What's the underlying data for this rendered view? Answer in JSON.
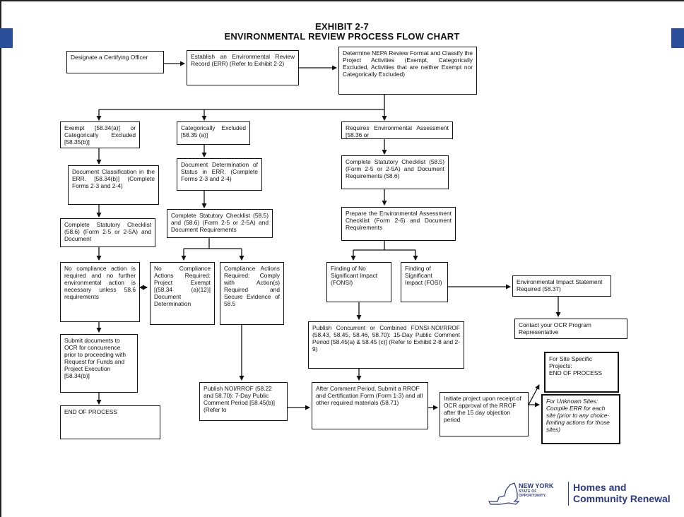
{
  "title": {
    "line1": "EXHIBIT 2-7",
    "line2": "ENVIRONMENTAL REVIEW PROCESS FLOW CHART"
  },
  "boxes": {
    "designate": "Designate a Certifying Officer",
    "establish_err": "Establish an Environmental Review Record (ERR) (Refer to Exhibit 2-2)",
    "determine_nepa": "Determine NEPA Review Format and Classify the Project Activities (Exempt, Categorically Excluded, Activities that are neither Exempt nor Categorically Excluded)",
    "exempt": "Exempt [58.34(a)] or Categorically Excluded [58.35(b)]",
    "cat_excluded": "Categorically Excluded [58.35 (a)]",
    "requires_ea": "Requires Environmental Assessment [58.36 or",
    "doc_classification": "Document Classification in the ERR. [58.34(b)] (Complete Forms 2-3 and 2-4)",
    "doc_determination": "Document Determination of Status in ERR. (Complete Forms 2-3 and 2-4)",
    "complete_stat_ea": "Complete Statutory Checklist (58.5) (Form 2-5 or 2-5A) and Document Requirements (58.6)",
    "complete_stat_exempt": "Complete Statutory Checklist (58.6) (Form 2-5 or 2-5A) and Document",
    "complete_stat_cat": "Complete Statutory Checklist (58.5) and (58.6) (Form 2-5 or 2-5A) and Document Requirements",
    "prepare_ea": "Prepare the Environmental Assessment Checklist (Form 2-6) and Document Requirements",
    "no_compliance_required": "No compliance action is required and no further environmental action is necessary unless 58.6 requirements",
    "no_compliance_actions": "No Compliance Actions Required: Project Exempt [(58.34 (a)(12)] Document Determination",
    "compliance_required": "Compliance Actions Required: Comply with Action(s) Required and Secure Evidence of 58.5",
    "fonsi": "Finding of No Significant Impact (FONSI)",
    "fosi": "Finding of Significant Impact (FOSI)",
    "eis": "Environmental Impact Statement Required (58.37)",
    "contact_ocr": "Contact your OCR Program Representative",
    "submit_docs": "Submit documents to OCR for concurrence prior to proceeding with Request for Funds and Project Execution [58.34(b)]",
    "publish_concurrent": "Publish Concurrent or Combined FONSI-NOI/RROF (58.43, 58.45, 58.46, 58.70): 15-Day Public Comment Period [58.45(a) & 58.45 (c)] (Refer to Exhibit 2-8 and 2-9)",
    "end_left": "END OF PROCESS",
    "publish_noi": "Publish NOI/RROF (58.22 and 58.70): 7-Day Public Comment Period [58.45(b)] (Refer to",
    "after_comment": "After Comment Period, Submit a RROF and Certification Form (Form 1-3) and all other required materials (58.71)",
    "initiate": "Initiate project upon receipt of OCR approval of the RROF after the 15 day objection period",
    "site_specific": "For Site Specific Projects:\nEND OF PROCESS",
    "unknown_sites": "For Unknown Sites: Compile ERR for each site (prior to any choice-limiting actions for those sites)"
  },
  "logo": {
    "ny_line1": "NEW YORK",
    "ny_line2": "STATE OF",
    "ny_line3": "OPPORTUNITY.",
    "hcr_line1": "Homes and",
    "hcr_line2": "Community Renewal",
    "color": "#2b3a8c"
  },
  "accent_color": "#2b4e9b"
}
